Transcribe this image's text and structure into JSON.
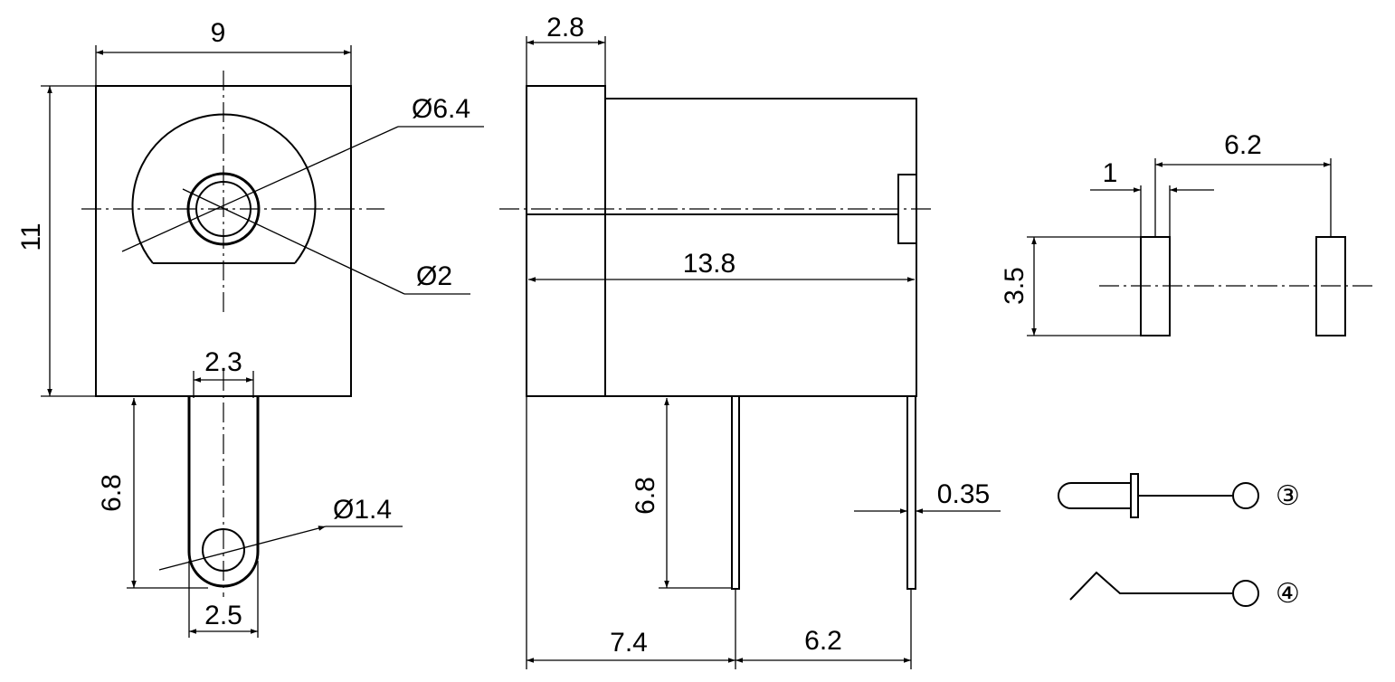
{
  "drawing": {
    "front_view": {
      "width": "9",
      "height": "11",
      "outer_diameter": "Ø6.4",
      "inner_diameter": "Ø2",
      "pin_width": "2.3",
      "pin_length": "6.8",
      "pin_hole": "Ø1.4",
      "pin_outer": "2.5"
    },
    "side_view": {
      "flange": "2.8",
      "body_length": "13.8",
      "pin_length": "6.8",
      "pin_thickness": "0.35",
      "pin_offset": "7.4",
      "pin_spacing": "6.2"
    },
    "pcb_layout": {
      "pad_spacing": "6.2",
      "pad_width": "1",
      "pad_height": "3.5"
    },
    "schematic": {
      "terminal_3": "③",
      "terminal_4": "④"
    }
  }
}
